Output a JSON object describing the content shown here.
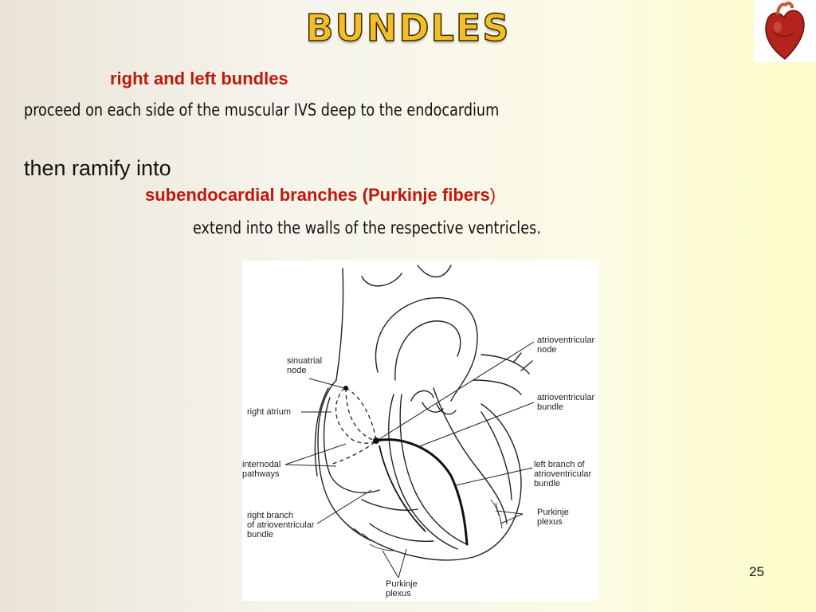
{
  "slide": {
    "title": "BUNDLES",
    "heading": "right and left bundles",
    "line_proceed": "proceed on each side of the muscular IVS deep to the endocardium",
    "line_ramify": "then ramify into",
    "line_sub_bold": "subendocardial branches (Purkinje fibers",
    "line_sub_paren": ")",
    "line_extend": "extend into the walls of the respective ventricles.",
    "page_number": "25"
  },
  "diagram": {
    "labels": {
      "sinuatrial_node": "sinuatrial\nnode",
      "right_atrium": "right atrium",
      "internodal_pathways": "internodal\npathways",
      "right_branch": "right branch\nof atrioventricular\nbundle",
      "av_node": "atrioventricular\nnode",
      "av_bundle": "atrioventricular\nbundle",
      "left_branch": "left branch of\natrioventricular\nbundle",
      "purkinje_plexus_right": "Purkinje\nplexus",
      "purkinje_plexus_bottom": "Purkinje\nplexus"
    }
  }
}
